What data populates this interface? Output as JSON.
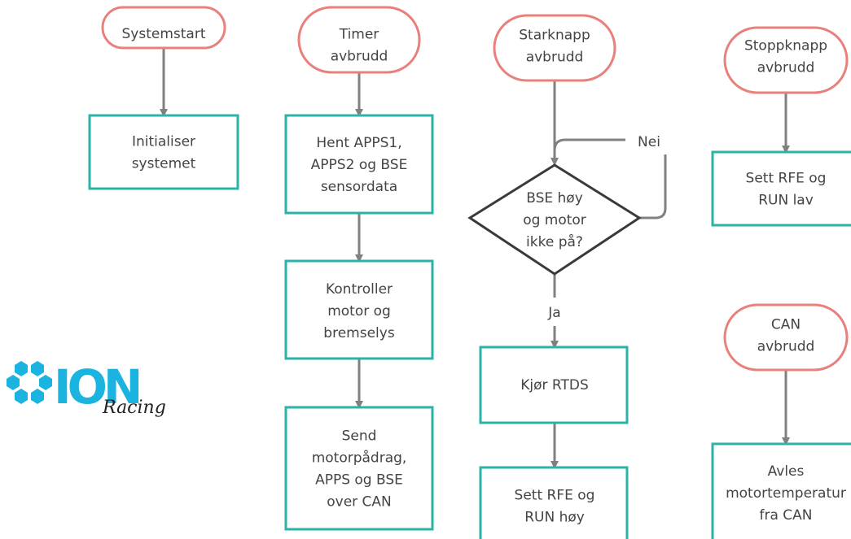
{
  "colors": {
    "terminal_stroke": "#e8807c",
    "process_stroke": "#2bb3a8",
    "decision_stroke": "#3a3a3a",
    "arrow": "#808080",
    "text": "#444444",
    "logo_hex": "#1bb3e0",
    "logo_script": "#222222"
  },
  "logo": {
    "word": "ION",
    "script": "Racing"
  },
  "col1": {
    "start": [
      "Systemstart"
    ],
    "init": [
      "Initialiser",
      "systemet"
    ]
  },
  "col2": {
    "start": [
      "Timer",
      "avbrudd"
    ],
    "step1": [
      "Hent APPS1,",
      "APPS2 og BSE",
      "sensordata"
    ],
    "step2": [
      "Kontroller",
      "motor og",
      "bremselys"
    ],
    "step3": [
      "Send",
      "motorpådrag,",
      "APPS og BSE",
      "over CAN"
    ]
  },
  "col3": {
    "start": [
      "Starknapp",
      "avbrudd"
    ],
    "decision": [
      "BSE høy",
      "og motor",
      "ikke på?"
    ],
    "no_label": "Nei",
    "yes_label": "Ja",
    "step1": [
      "Kjør RTDS"
    ],
    "step2": [
      "Sett RFE og",
      "RUN høy"
    ]
  },
  "col4": {
    "stop_start": [
      "Stoppknapp",
      "avbrudd"
    ],
    "stop_step": [
      "Sett RFE og",
      "RUN lav"
    ],
    "can_start": [
      "CAN",
      "avbrudd"
    ],
    "can_step": [
      "Avles",
      "motortemperatur",
      "fra CAN"
    ]
  }
}
